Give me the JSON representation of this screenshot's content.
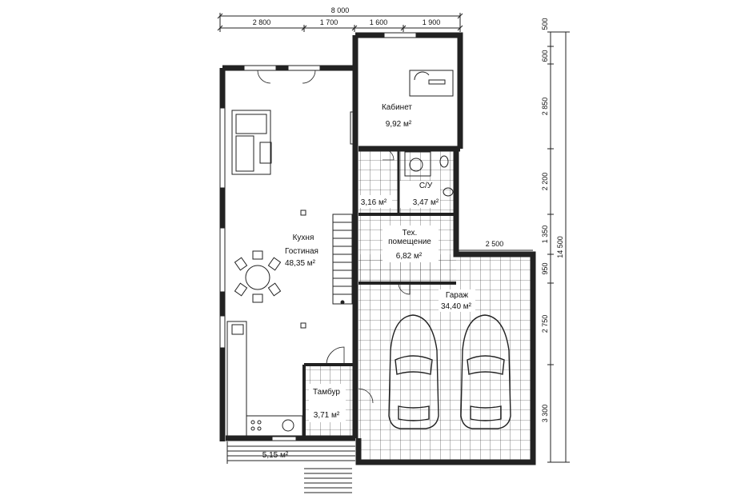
{
  "overall": {
    "width_dim": "8 000",
    "height_dim": "14 500"
  },
  "top_dims": [
    "2 800",
    "1 700",
    "1 600",
    "1 900"
  ],
  "right_dims": [
    "500",
    "600",
    "2 850",
    "2 200",
    "1 350",
    "950",
    "2 750",
    "3 300"
  ],
  "garage_dim": "2 500",
  "rooms": {
    "cabinet": {
      "name": "Кабинет",
      "area": "9,92 м²"
    },
    "bath_a": {
      "area": "3,16 м²"
    },
    "bath_b": {
      "name": "С/У",
      "area": "3,47 м²"
    },
    "tech": {
      "name1": "Тех.",
      "name2": "помещение",
      "area": "6,82 м²"
    },
    "living": {
      "name1": "Кухня",
      "name2": "Гостиная",
      "area": "48,35 м²"
    },
    "garage": {
      "name": "Гараж",
      "area": "34,40 м²"
    },
    "vestibule": {
      "name": "Тамбур",
      "area": "3,71 м²"
    },
    "porch": {
      "area": "5,15 м²"
    }
  }
}
